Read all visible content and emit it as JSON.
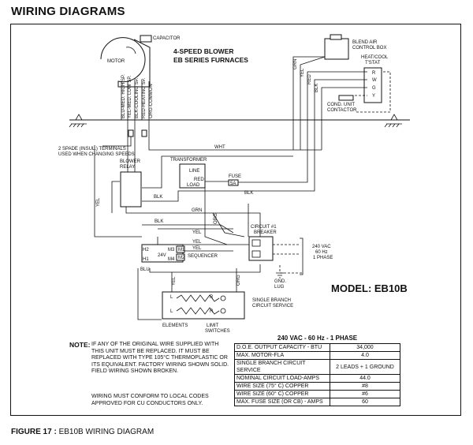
{
  "page_title": "WIRING DIAGRAMS",
  "diagram": {
    "heading_line1": "4-SPEED BLOWER",
    "heading_line2": "EB SERIES FURNACES",
    "model": "MODEL: EB10B",
    "labels": {
      "motor": "MOTOR",
      "capacitor": "CAPACITOR",
      "blend_air_1": "BLEND AIR",
      "blend_air_2": "CONTROL BOX",
      "tstat_1": "HEAT/COOL",
      "tstat_2": "T'STAT",
      "tstat_r": "R",
      "tstat_w": "W",
      "tstat_g": "G",
      "tstat_y": "Y",
      "cond_1": "COND. UNIT",
      "cond_2": "CONTACTOR",
      "spade_1": "2 SPADE (INSUL.) TERMINALS",
      "spade_2": "USED WHEN CHANGING SPEEDS",
      "blower_relay_1": "BLOWER",
      "blower_relay_2": "RELAY",
      "transformer": "TRANSFORMER",
      "line": "LINE",
      "load": "LOAD",
      "fuse": "FUSE",
      "fuse_rating": "5A",
      "breaker_1": "CIRCUIT #1",
      "breaker_2": "BREAKER",
      "vac_1": "240 VAC",
      "vac_2": "60 Hz",
      "vac_3": "1 PHASE",
      "gnd_1": "GND.",
      "gnd_2": "LUG",
      "sequencer": "SEQUENCER",
      "single_branch_1": "SINGLE BRANCH",
      "single_branch_2": "CIRCUIT SERVICE",
      "elements": "ELEMENTS",
      "limit_1": "LIMIT",
      "limit_2": "SWITCHES",
      "m1": "M1",
      "m2": "M2",
      "seq_h2": "H2",
      "seq_h1": "H1",
      "seq_24v": "24V",
      "seq_m3": "M3",
      "seq_m4": "M4",
      "el_l": "L",
      "el_r": "R"
    },
    "wires": {
      "blu_med_high": "BLU-MED. HIGH SP.",
      "yel_med_low": "YEL-MED. LOW SP.",
      "blk_cooling": "BLK-COOLING SP.",
      "red_heating": "RED-HEATING SP.",
      "org_common": "ORG-COMMON",
      "grn": "GRN",
      "yel": "YEL",
      "red": "RED",
      "blk": "BLK",
      "wht": "WHT",
      "blu": "BLU",
      "org": "ORG"
    }
  },
  "note": {
    "label": "NOTE:",
    "text": "IF ANY OF THE ORIGINAL WIRE SUPPLIED WITH THIS UNIT MUST BE REPLACED. IT MUST BE REPLACED WITH TYPE 105°C THERMOPLASTIC OR ITS EQUIVALENT. FACTORY WIRING SHOWN SOLID. FIELD WIRING SHOWN BROKEN.",
    "conform": "WIRING MUST CONFORM TO LOCAL CODES APPROVED FOR CU CONDUCTORS ONLY."
  },
  "spec_table": {
    "title": "240 VAC - 60 Hz - 1 PHASE",
    "rows": [
      {
        "label": "D.O.E. OUTPUT CAPACITY - BTU",
        "value": "34,000"
      },
      {
        "label": "MAX. MOTOR-FLA",
        "value": "4.0"
      },
      {
        "label": "SINGLE BRANCH CIRCUIT SERVICE",
        "value": "2 LEADS + 1 GROUND"
      },
      {
        "label": "NOMINAL CIRCUIT LOAD-AMPS",
        "value": "44.0"
      },
      {
        "label": "WIRE SIZE (75° C) COPPER",
        "value": "#8"
      },
      {
        "label": "WIRE SIZE (60° C) COPPER",
        "value": "#6"
      },
      {
        "label": "MAX. FUSE SIZE (OR CB) - AMPS",
        "value": "60"
      }
    ]
  },
  "caption": {
    "figure": "FIGURE 17 :",
    "text": "EB10B WIRING DIAGRAM"
  }
}
